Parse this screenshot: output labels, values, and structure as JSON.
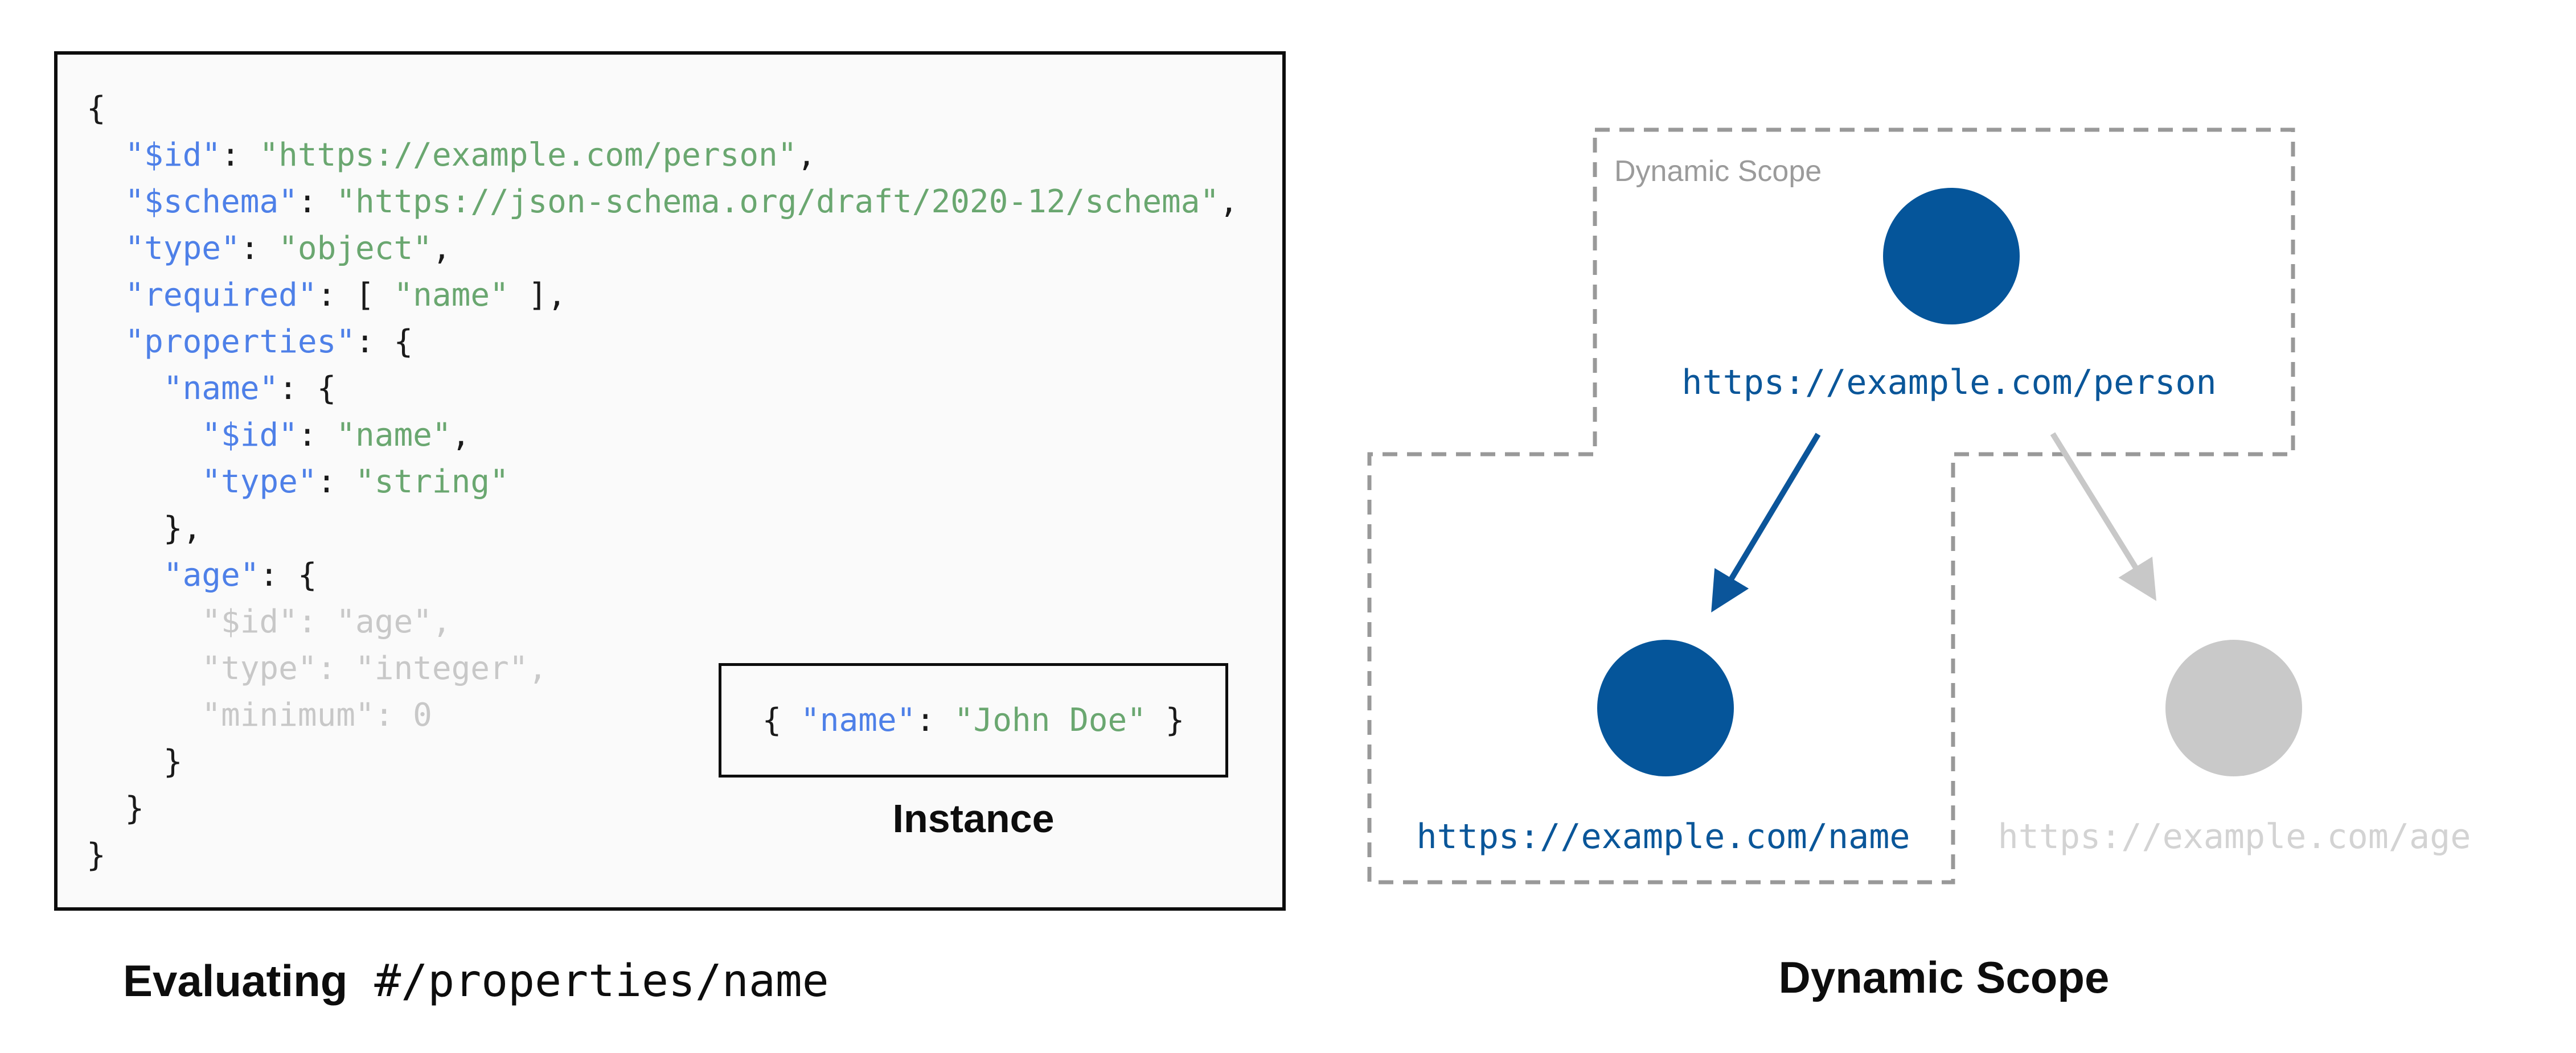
{
  "colors": {
    "node_active_blue": "#05559a",
    "node_inactive_gray": "#c9c9c9",
    "arrow_active_blue": "#0b559a",
    "arrow_inactive_gray": "#c8c8c8",
    "dashed_scope_border": "#999999",
    "code_key_blue": "#4e80e8",
    "code_string_green": "#6aa770",
    "code_inactive_gray": "#c8c8c8",
    "code_background": "#fafafa",
    "box_border_black": "#0d0d0d"
  },
  "schema_panel": {
    "code_lines": [
      [
        {
          "c": "plain",
          "t": "{"
        }
      ],
      [
        {
          "c": "plain",
          "t": "  "
        },
        {
          "c": "key",
          "t": "\"$id\""
        },
        {
          "c": "plain",
          "t": ": "
        },
        {
          "c": "str",
          "t": "\"https://example.com/person\""
        },
        {
          "c": "plain",
          "t": ","
        }
      ],
      [
        {
          "c": "plain",
          "t": "  "
        },
        {
          "c": "key",
          "t": "\"$schema\""
        },
        {
          "c": "plain",
          "t": ": "
        },
        {
          "c": "str",
          "t": "\"https://json-schema.org/draft/2020-12/schema\""
        },
        {
          "c": "plain",
          "t": ","
        }
      ],
      [
        {
          "c": "plain",
          "t": "  "
        },
        {
          "c": "key",
          "t": "\"type\""
        },
        {
          "c": "plain",
          "t": ": "
        },
        {
          "c": "str",
          "t": "\"object\""
        },
        {
          "c": "plain",
          "t": ","
        }
      ],
      [
        {
          "c": "plain",
          "t": "  "
        },
        {
          "c": "key",
          "t": "\"required\""
        },
        {
          "c": "plain",
          "t": ": [ "
        },
        {
          "c": "str",
          "t": "\"name\""
        },
        {
          "c": "plain",
          "t": " ],"
        }
      ],
      [
        {
          "c": "plain",
          "t": "  "
        },
        {
          "c": "key",
          "t": "\"properties\""
        },
        {
          "c": "plain",
          "t": ": {"
        }
      ],
      [
        {
          "c": "plain",
          "t": "    "
        },
        {
          "c": "key",
          "t": "\"name\""
        },
        {
          "c": "plain",
          "t": ": {"
        }
      ],
      [
        {
          "c": "plain",
          "t": "      "
        },
        {
          "c": "key",
          "t": "\"$id\""
        },
        {
          "c": "plain",
          "t": ": "
        },
        {
          "c": "str",
          "t": "\"name\""
        },
        {
          "c": "plain",
          "t": ","
        }
      ],
      [
        {
          "c": "plain",
          "t": "      "
        },
        {
          "c": "key",
          "t": "\"type\""
        },
        {
          "c": "plain",
          "t": ": "
        },
        {
          "c": "str",
          "t": "\"string\""
        }
      ],
      [
        {
          "c": "plain",
          "t": "    },"
        }
      ],
      [
        {
          "c": "plain",
          "t": "    "
        },
        {
          "c": "key",
          "t": "\"age\""
        },
        {
          "c": "plain",
          "t": ": {"
        }
      ],
      [
        {
          "c": "gray",
          "t": "      \"$id\": \"age\","
        }
      ],
      [
        {
          "c": "gray",
          "t": "      \"type\": \"integer\","
        }
      ],
      [
        {
          "c": "gray",
          "t": "      \"minimum\": 0"
        }
      ],
      [
        {
          "c": "plain",
          "t": "    }"
        }
      ],
      [
        {
          "c": "plain",
          "t": "  }"
        }
      ],
      [
        {
          "c": "plain",
          "t": "}"
        }
      ]
    ],
    "instance": {
      "segments": [
        {
          "c": "plain",
          "t": "{ "
        },
        {
          "c": "key",
          "t": "\"name\""
        },
        {
          "c": "plain",
          "t": ": "
        },
        {
          "c": "str",
          "t": "\"John Doe\""
        },
        {
          "c": "plain",
          "t": " }"
        }
      ],
      "label": "Instance"
    },
    "caption": {
      "bold": "Evaluating",
      "mono": " #/properties/name"
    }
  },
  "diagram": {
    "scope_label": "Dynamic Scope",
    "nodes": [
      {
        "id": "person",
        "url": "https://example.com/person",
        "state": "active"
      },
      {
        "id": "name",
        "url": "https://example.com/name",
        "state": "active"
      },
      {
        "id": "age",
        "url": "https://example.com/age",
        "state": "inactive"
      }
    ],
    "caption": "Dynamic Scope"
  }
}
